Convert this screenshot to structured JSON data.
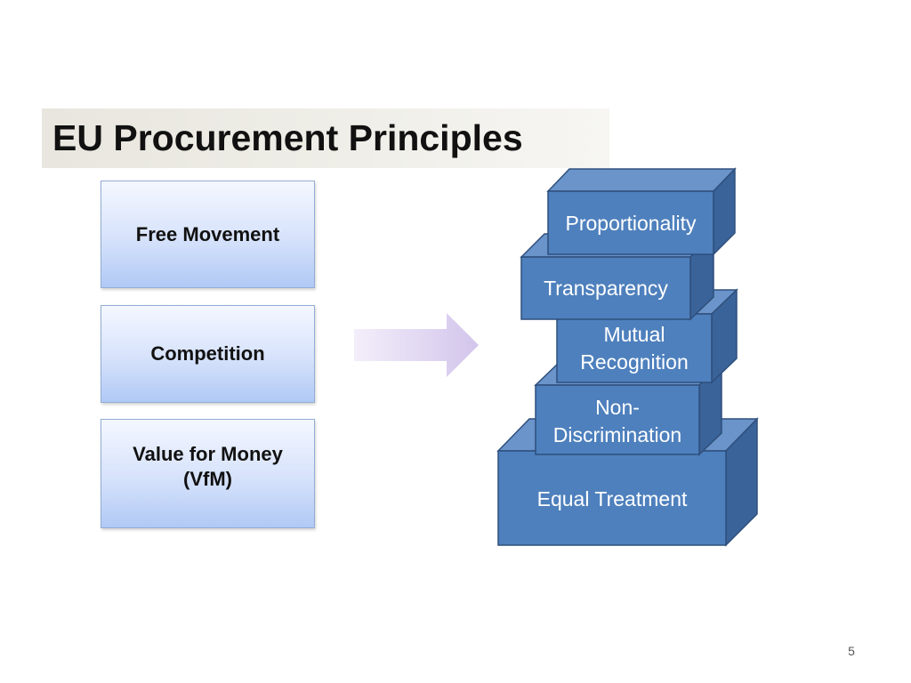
{
  "slide": {
    "title": "EU Procurement Principles",
    "page_number": "5"
  },
  "principles": [
    {
      "label": "Free Movement"
    },
    {
      "label": "Competition"
    },
    {
      "label": "Value for Money (VfM)"
    }
  ],
  "pyramid": {
    "blocks": [
      {
        "label": "Proportionality"
      },
      {
        "label": "Transparency"
      },
      {
        "label": "Mutual Recognition"
      },
      {
        "label": "Non-Discrimination"
      },
      {
        "label": "Equal Treatment"
      }
    ]
  },
  "colors": {
    "block_front": "#4e80bd",
    "block_top": "#6a94ca",
    "block_side": "#3a6399",
    "block_outline": "#2f4f7c",
    "arrow": "#d9cdee",
    "box_border": "#93add6"
  }
}
